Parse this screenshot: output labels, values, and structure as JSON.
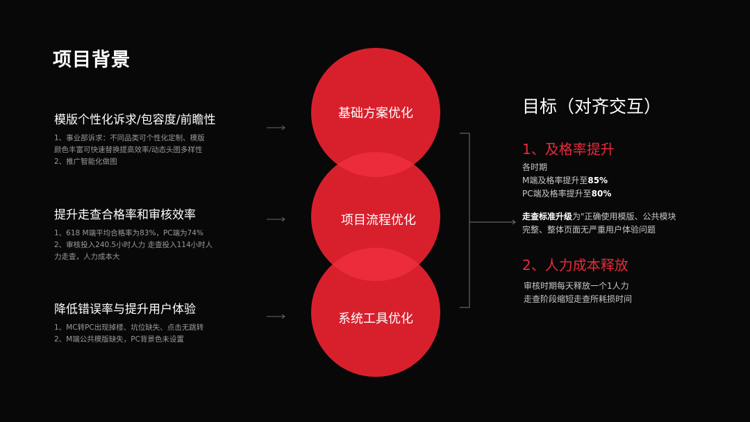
{
  "slide": {
    "title": "项目背景"
  },
  "issues": [
    {
      "heading": "模版个性化诉求/包容度/前瞻性",
      "lines": [
        "1、事业部诉求：不同品类可个性化定制、模版",
        "颜色丰富可快速替换提高效率/动态头图多样性",
        "2、推广智能化做图"
      ]
    },
    {
      "heading": "提升走查合格率和审核效率",
      "lines": [
        "1、618 M端平均合格率为83%，PC端为74%",
        "2、审核投入240.5小时人力  走查投入114小时人",
        "力走查，人力成本大"
      ]
    },
    {
      "heading": "降低错误率与提升用户体验",
      "lines": [
        "1、MC转PC出现掉楼、坑位缺失、点击无跳转",
        "2、M端公共模版缺失，PC背景色未设置"
      ]
    }
  ],
  "circles": [
    {
      "label": "基础方案优化"
    },
    {
      "label": "项目流程优化"
    },
    {
      "label": "系统工具优化"
    }
  ],
  "colors": {
    "background": "#080808",
    "accent_red": "#ea2a3a",
    "circle_red": "#d8202d",
    "circle_overlap": "#ec2c3b"
  },
  "goals": {
    "title": "目标（对齐交互）",
    "section1": {
      "heading": "1、及格率提升",
      "lines": [
        "各时期",
        "M端及格率提升至",
        "PC端及格率提升至"
      ],
      "m_value": "85%",
      "pc_value": "80%",
      "standard_strong": "走查标准升级",
      "standard_text": "为\"正确使用模版、公共模块",
      "standard_text2": "完整、整体页面无严重用户体验问题"
    },
    "section2": {
      "heading": "2、人力成本释放",
      "lines": [
        "审核时期每天释放一个1人力",
        "走查阶段缩短走查所耗损时间"
      ]
    }
  }
}
